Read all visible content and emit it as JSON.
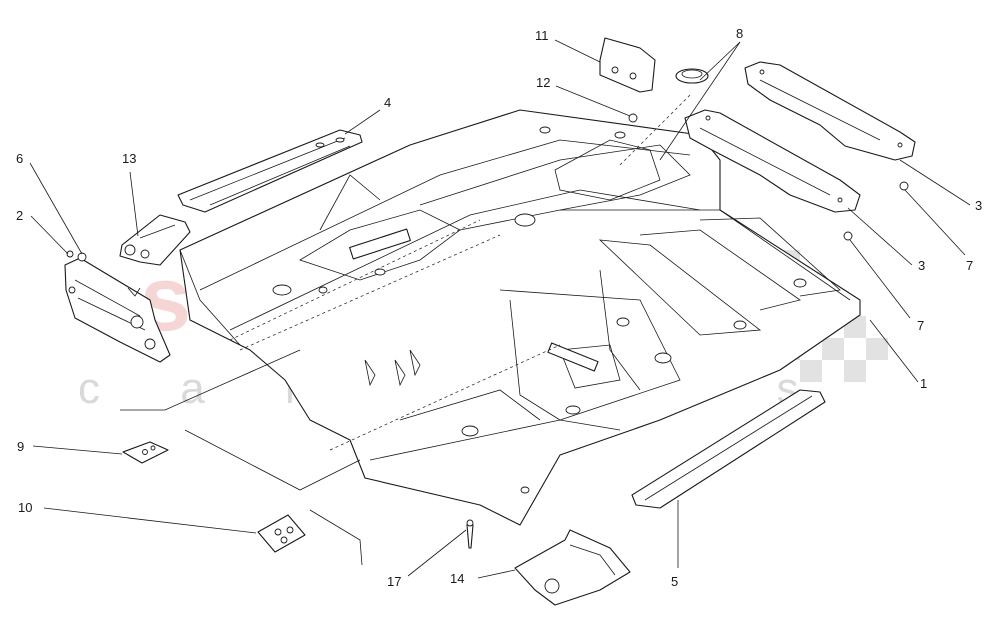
{
  "watermark": {
    "brand": "scuderia",
    "sub": "c a r p a r t s"
  },
  "callouts": [
    {
      "id": "c1",
      "label": "1"
    },
    {
      "id": "c2",
      "label": "2"
    },
    {
      "id": "c3a",
      "label": "3"
    },
    {
      "id": "c3b",
      "label": "3"
    },
    {
      "id": "c4",
      "label": "4"
    },
    {
      "id": "c5",
      "label": "5"
    },
    {
      "id": "c6",
      "label": "6"
    },
    {
      "id": "c7a",
      "label": "7"
    },
    {
      "id": "c7b",
      "label": "7"
    },
    {
      "id": "c8",
      "label": "8"
    },
    {
      "id": "c9",
      "label": "9"
    },
    {
      "id": "c10",
      "label": "10"
    },
    {
      "id": "c11",
      "label": "11"
    },
    {
      "id": "c12",
      "label": "12"
    },
    {
      "id": "c13",
      "label": "13"
    },
    {
      "id": "c14",
      "label": "14"
    },
    {
      "id": "c17",
      "label": "17"
    }
  ],
  "colors": {
    "line": "#1a1a1a",
    "watermark_red": "#f3c7c7",
    "watermark_grey": "#d9d9d9",
    "checker": "#e2e2e2"
  }
}
